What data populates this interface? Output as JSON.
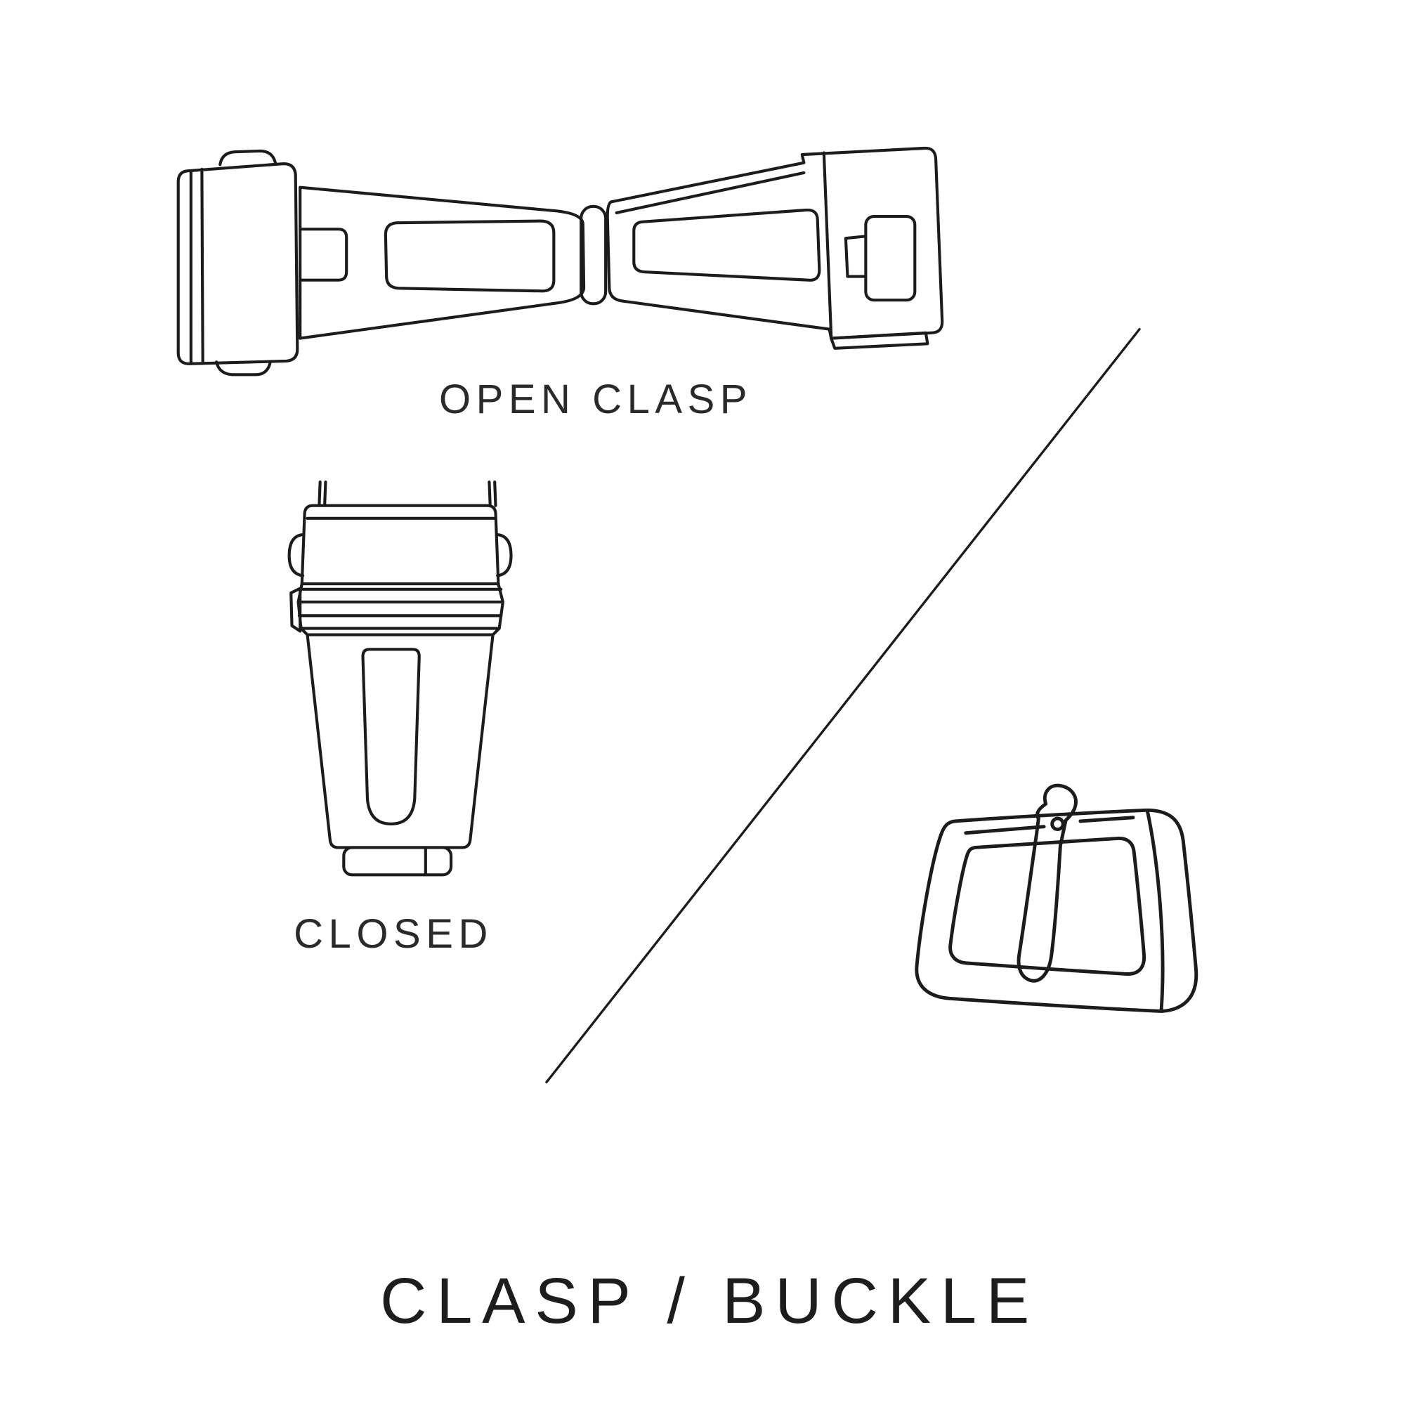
{
  "page": {
    "background": "#ffffff",
    "line_color": "#1c1c1c",
    "text_color": "#2a2a2a"
  },
  "labels": {
    "open_clasp": "OPEN CLASP",
    "closed": "CLOSED",
    "title": "CLASP / BUCKLE"
  },
  "illustrations": {
    "open_clasp": "open-clasp-illustration",
    "closed_clasp": "closed-clasp-illustration",
    "buckle": "tang-buckle-illustration",
    "divider": "diagonal-divider-line"
  }
}
